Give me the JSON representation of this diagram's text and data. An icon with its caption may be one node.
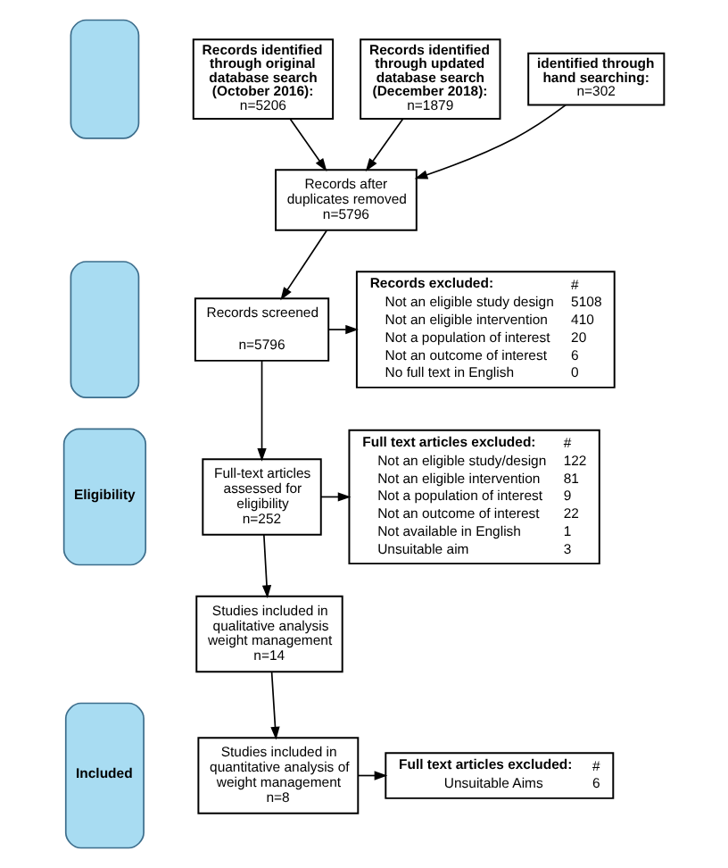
{
  "diagram": {
    "nodes": [
      {
        "text": [],
        "shape": "box"
      },
      {
        "text": [],
        "shape": "box"
      },
      {
        "text": [
          "Eligibility"
        ]
      },
      {
        "text": [
          "Included"
        ]
      },
      {
        "text": [
          "Records identified through original database search (October 2016):",
          "n=5206"
        ]
      },
      {
        "text": [
          "Records identified through updated database search (December 2018):",
          "n=1879"
        ]
      },
      {
        "text": [
          "identified through hand searching:",
          "n=302"
        ]
      },
      {
        "text": [
          "Records after duplicates removed",
          "n=5796"
        ]
      },
      {
        "text": [
          "Records excluded:",
          "#",
          "Not an eligible study design",
          "5108",
          "Not an eligible intervention",
          "410",
          "Not a population of interest",
          "20",
          "Not an outcome of interest",
          "6",
          "No full text in English",
          "0"
        ]
      },
      {
        "text": [
          "Records screened",
          "n=5796"
        ]
      },
      {
        "text": [
          "Full-text articles assessed for eligibility",
          "n=252"
        ]
      },
      {
        "text": [
          "Full text articles excluded:",
          "#",
          "Not an eligible study/design",
          "122",
          "Not an eligible intervention",
          "81",
          "Not a population of interest",
          "9",
          "Not an outcome of interest",
          "22",
          "Not available in English",
          "1",
          "Unsuitable aim",
          "3"
        ]
      },
      {
        "text": [
          "Studies included in qualitative analysis weight management",
          "n=14"
        ]
      },
      {
        "text": [
          "Studies included in quantitative analysis of weight management",
          "n=8"
        ]
      },
      {
        "text": [
          "Full text articles excluded:",
          "#",
          "Unsuitable Aims",
          "6"
        ]
      }
    ],
    "edges": [
      {
        "from": 4,
        "to": 7,
        "arrow": "to"
      },
      {
        "from": 5,
        "to": 7,
        "arrow": "to"
      },
      {
        "from": 6,
        "to": 7,
        "arrow": "to"
      },
      {
        "from": 7,
        "to": 9,
        "arrow": "to"
      },
      {
        "from": 9,
        "to": 8,
        "arrow": "to"
      },
      {
        "from": 9,
        "to": 10,
        "arrow": "to"
      },
      {
        "from": 10,
        "to": 11,
        "arrow": "to"
      },
      {
        "from": 10,
        "to": 12,
        "arrow": "to"
      },
      {
        "from": 12,
        "to": 13,
        "arrow": "to"
      },
      {
        "from": 13,
        "to": 14,
        "arrow": "to"
      }
    ]
  }
}
